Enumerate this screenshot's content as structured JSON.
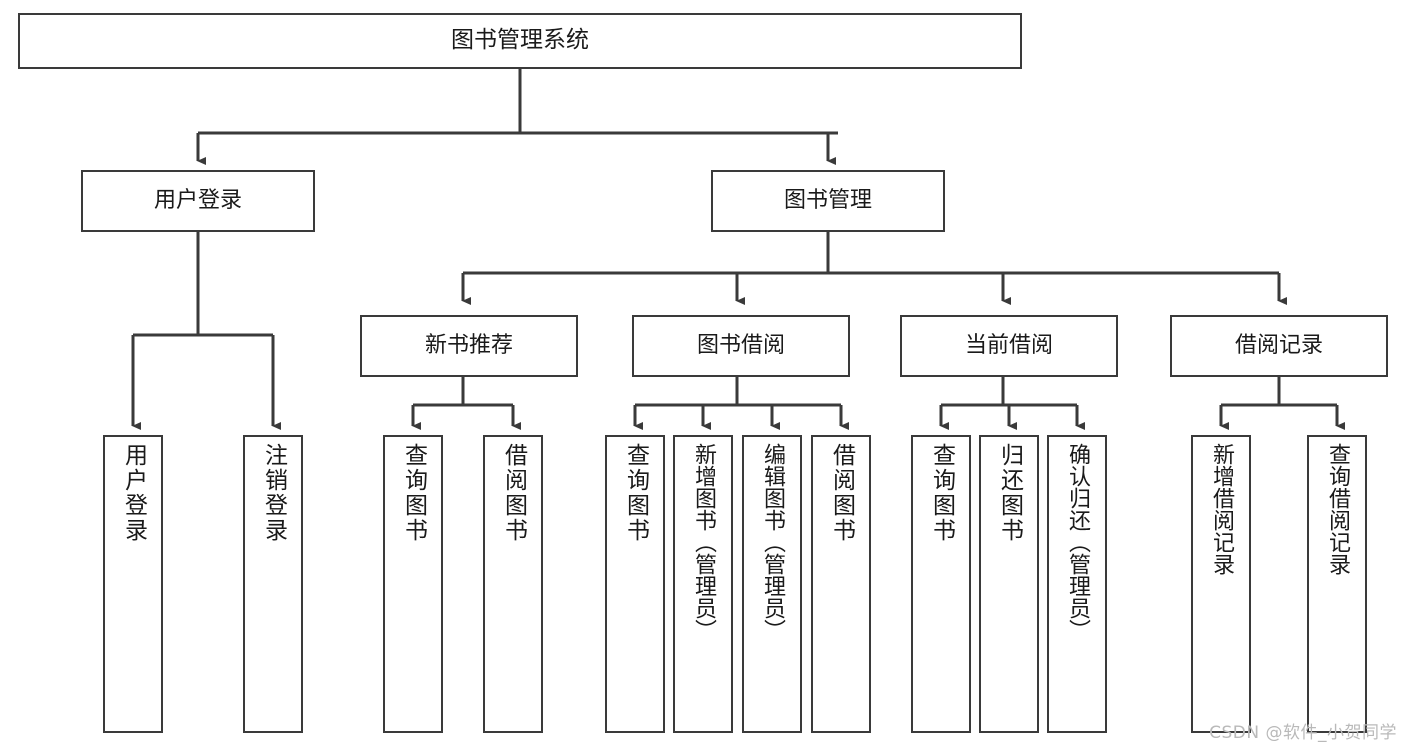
{
  "diagram": {
    "title": "图书管理系统",
    "type": "tree",
    "watermark": "CSDN @软件_小贺同学",
    "colors": {
      "box_border": "#3a3a3a",
      "box_fill": "#ffffff",
      "connector": "#3a3a3a",
      "text": "#1a1a1a",
      "watermark": "#b9b9b9",
      "background": "#ffffff"
    },
    "root": {
      "label": "图书管理系统"
    },
    "level2": [
      {
        "label": "用户登录"
      },
      {
        "label": "图书管理"
      }
    ],
    "level3": [
      {
        "label": "新书推荐"
      },
      {
        "label": "图书借阅"
      },
      {
        "label": "当前借阅"
      },
      {
        "label": "借阅记录"
      }
    ],
    "leaves": {
      "user_login": [
        {
          "label": "用户登录"
        },
        {
          "label": "注销登录"
        }
      ],
      "new_book_recommend": [
        {
          "label": "查询图书"
        },
        {
          "label": "借阅图书"
        }
      ],
      "book_borrow": [
        {
          "label": "查询图书"
        },
        {
          "label": "新增图书（管理员）"
        },
        {
          "label": "编辑图书（管理员）"
        },
        {
          "label": "借阅图书"
        }
      ],
      "current_borrow": [
        {
          "label": "查询图书"
        },
        {
          "label": "归还图书"
        },
        {
          "label": "确认归还（管理员）"
        }
      ],
      "borrow_records": [
        {
          "label": "新增借阅记录"
        },
        {
          "label": "查询借阅记录"
        }
      ]
    }
  }
}
